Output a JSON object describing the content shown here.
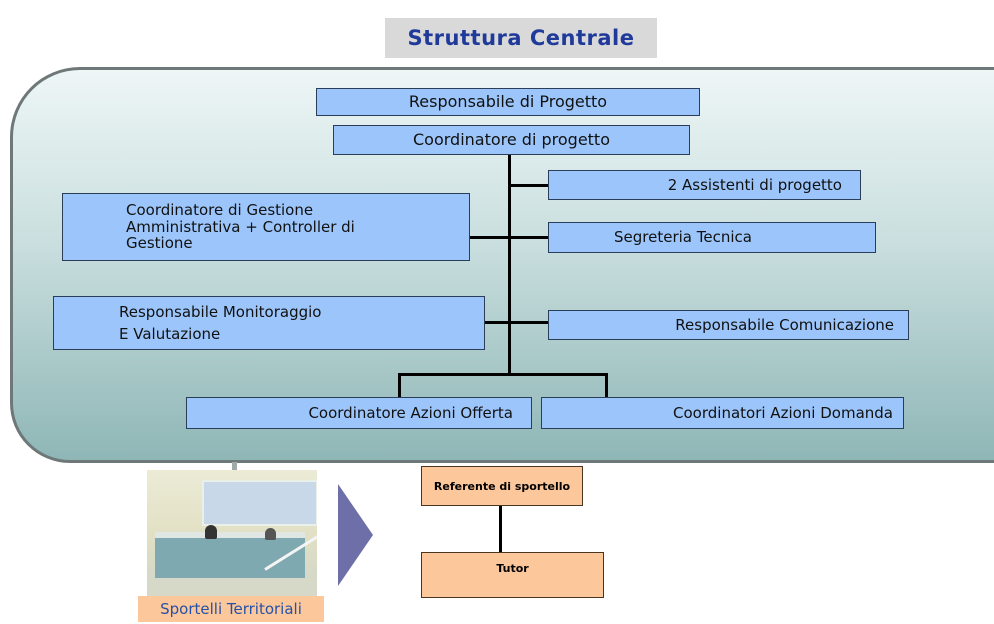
{
  "title": "Struttura  Centrale",
  "nodes": {
    "responsabile_progetto": "Responsabile di Progetto",
    "coordinatore_progetto": "Coordinatore di progetto",
    "assistenti": "2 Assistenti di progetto",
    "segreteria": "Segreteria Tecnica",
    "coordinatore_gestione_1": "Coordinatore di Gestione",
    "coordinatore_gestione_2": "Amministrativa + Controller di",
    "coordinatore_gestione_3": "Gestione",
    "monitoraggio_1": "Responsabile Monitoraggio",
    "monitoraggio_2": "E Valutazione",
    "comunicazione": "Responsabile Comunicazione",
    "azioni_offerta": "Coordinatore Azioni Offerta",
    "azioni_domanda": "Coordinatori Azioni Domanda"
  },
  "local": {
    "referente": "Referente di sportello",
    "tutor": "Tutor",
    "sportelli": "Sportelli Territoriali"
  },
  "colors": {
    "box_fill": "#9cc6fb",
    "orange_fill": "#fcc79a",
    "title_text": "#1f3a9a",
    "arrow": "#6e6fa8"
  }
}
